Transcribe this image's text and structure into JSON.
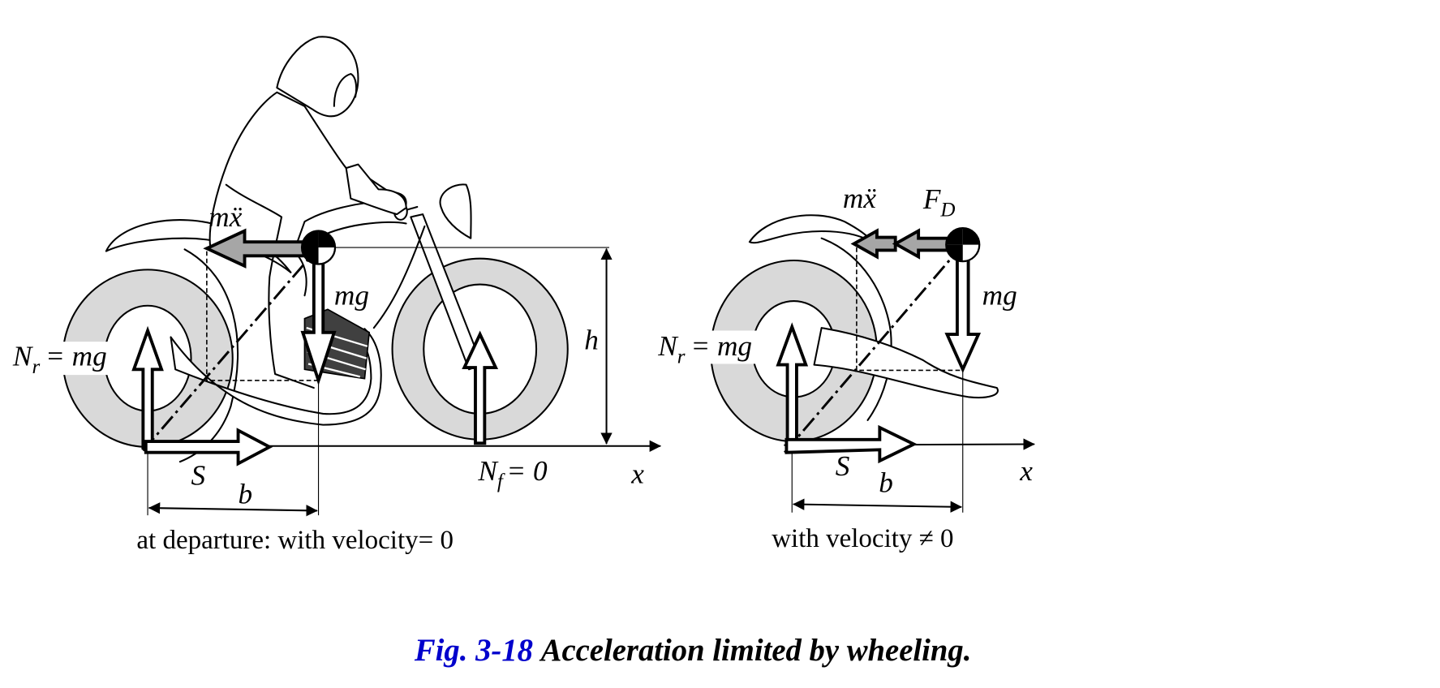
{
  "figure": {
    "number": "Fig. 3-18",
    "title": "Acceleration limited by wheeling.",
    "colors": {
      "figure_number": "#0000cc",
      "title": "#000000",
      "tire": "#d9d9d9",
      "inertia_arrow": "#a6a6a6"
    }
  },
  "left_panel": {
    "caption": "at departure: with velocity= 0",
    "labels": {
      "inertia": "mẍ",
      "weight": "mg",
      "rear_normal": "N",
      "rear_normal_sub": "r",
      "rear_normal_eq": "= mg",
      "front_normal": "N",
      "front_normal_sub": "f",
      "front_normal_eq": "= 0",
      "height": "h",
      "traction": "S",
      "distance": "b",
      "axis": "x"
    }
  },
  "right_panel": {
    "caption": "with velocity ≠ 0",
    "labels": {
      "inertia": "mẍ",
      "drag": "F",
      "drag_sub": "D",
      "weight": "mg",
      "rear_normal": "N",
      "rear_normal_sub": "r",
      "rear_normal_eq": "= mg",
      "traction": "S",
      "distance": "b",
      "axis": "x"
    }
  }
}
